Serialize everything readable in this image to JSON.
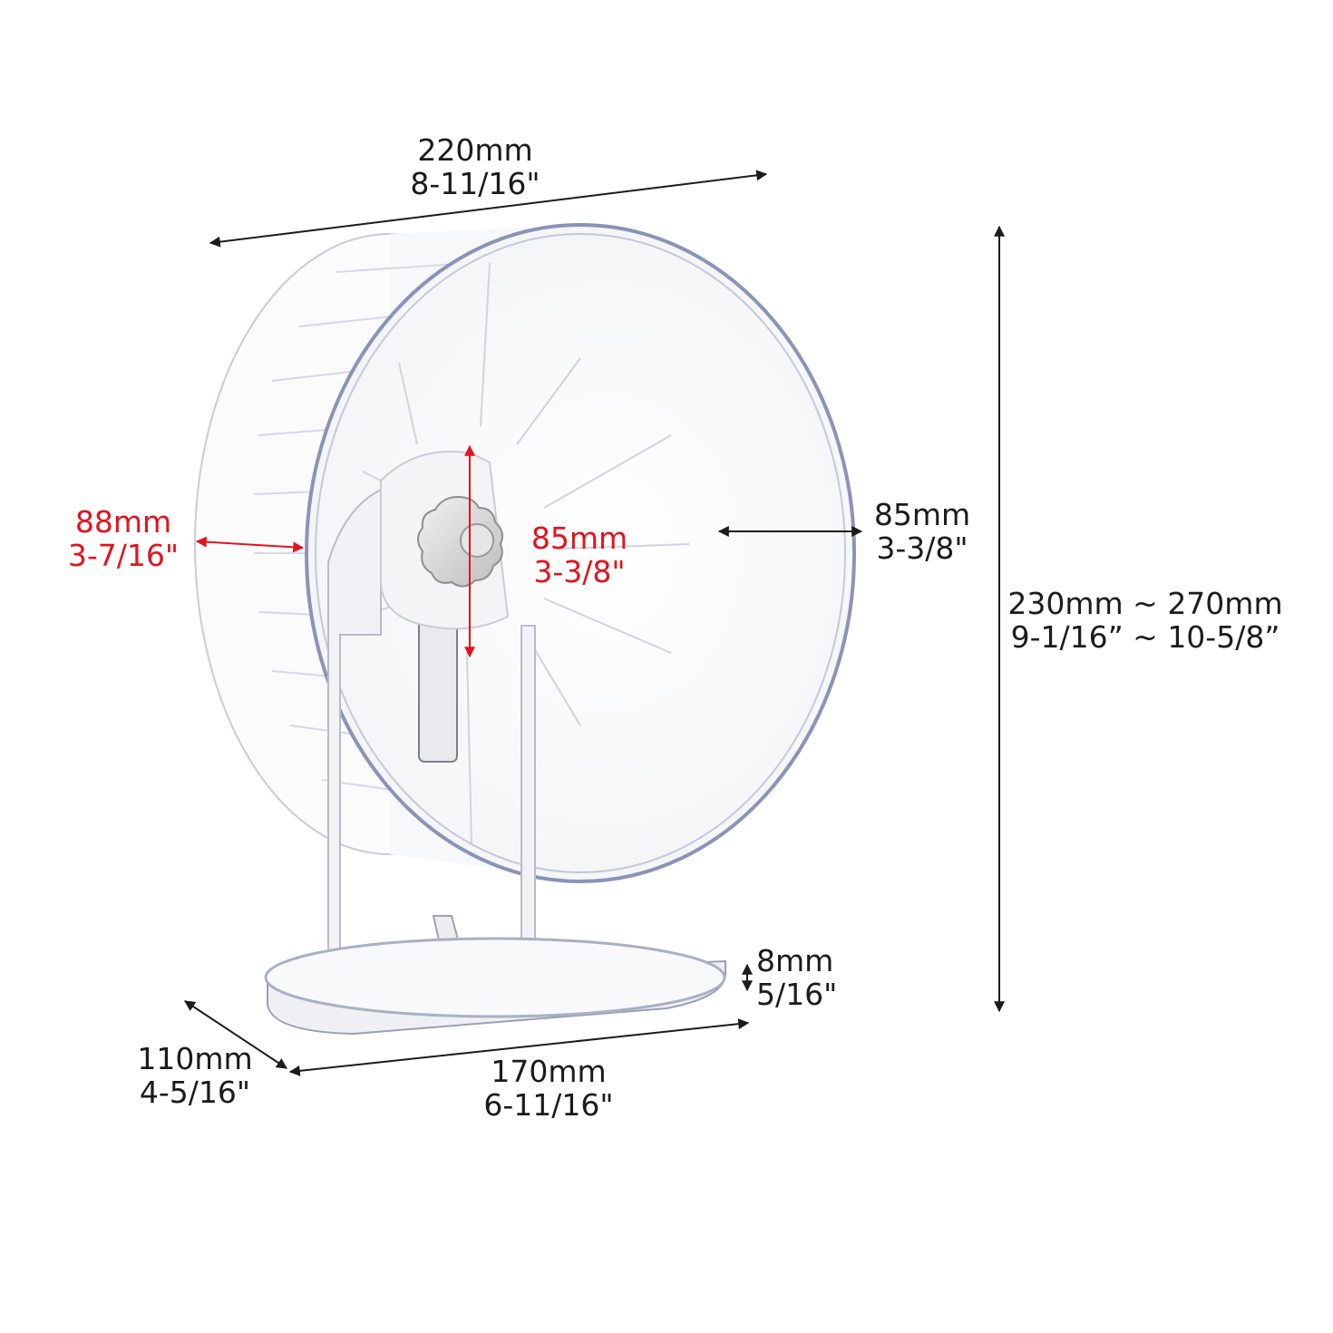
{
  "dimensions": {
    "wheel_width": {
      "mm": "220mm",
      "inch": "8-11/16\""
    },
    "wheel_depth": {
      "mm": "85mm",
      "inch": "3-3/8\""
    },
    "overall_height": {
      "mm": "230mm ~ 270mm",
      "inch": "9-1/16” ~ 10-5/8”"
    },
    "axle_offset": {
      "mm": "88mm",
      "inch": "3-7/16\""
    },
    "adjust_range": {
      "mm": "85mm",
      "inch": "3-3/8\""
    },
    "base_thickness": {
      "mm": "8mm",
      "inch": "5/16\""
    },
    "base_length": {
      "mm": "170mm",
      "inch": "6-11/16\""
    },
    "base_depth": {
      "mm": "110mm",
      "inch": "4-5/16\""
    }
  },
  "colors": {
    "text": "#1b1b1b",
    "highlight": "#e0141e",
    "wheel_edge": "#8a93b8",
    "knob": "#d9d9d9"
  }
}
